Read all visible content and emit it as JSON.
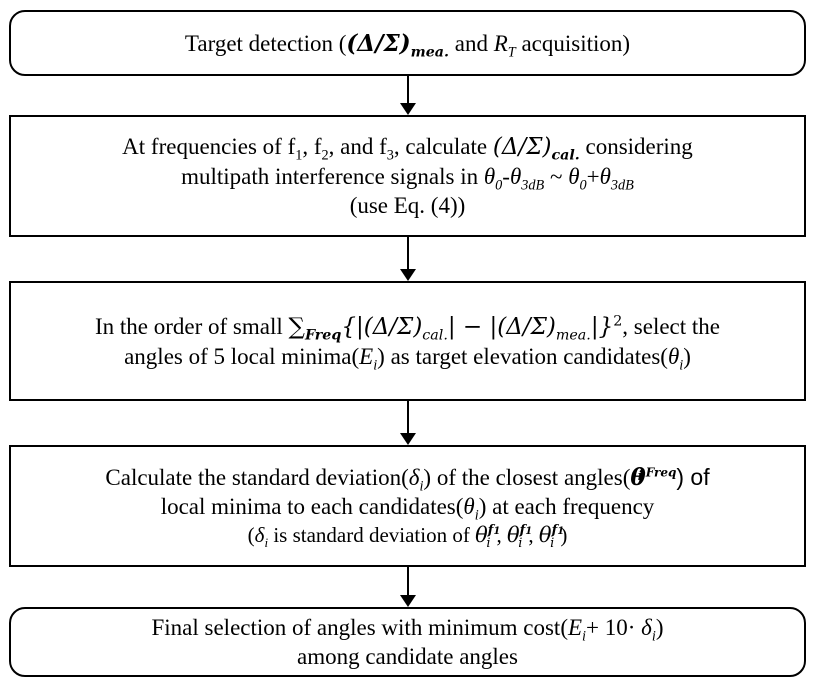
{
  "box1": {
    "pre": "Target detection (",
    "mid": " and ",
    "post": " acquisition)",
    "delta_sigma": "(Δ/Σ)",
    "sub_mea": "mea.",
    "r": "R",
    "sub_t": "T"
  },
  "box2": {
    "l1_pre": "At frequencies of f",
    "l1_sub1": "1",
    "l1_c1": ", f",
    "l1_sub2": "2",
    "l1_c2": ", and f",
    "l1_sub3": "3",
    "l1_c3": ", calculate ",
    "l1_ds": "(Δ/Σ)",
    "l1_cal": "cal.",
    "l1_post": " considering",
    "l2_pre": "multipath interference signals in ",
    "l2_th": "θ",
    "l2_sub0": "0",
    "l2_dash": "-",
    "l2_th2": "θ",
    "l2_sub3db": "3dB",
    "l2_tilde": " ~ ",
    "l2_th3": "θ",
    "l2_sub0b": "0",
    "l2_plus": "+",
    "l2_th4": "θ",
    "l2_sub3dbb": "3dB",
    "l3": "(use Eq. (4))"
  },
  "box3": {
    "l1_pre": "In the order of small ",
    "l1_sum": "∑",
    "l1_freq": "Freq",
    "l1_expr_a": "{|(Δ/Σ)",
    "l1_cal": "cal.",
    "l1_expr_b": "| − |(Δ/Σ)",
    "l1_mea": "mea.",
    "l1_expr_c": "|}",
    "l1_sq": "2",
    "l1_post": ", select the",
    "l2_pre": "angles of 5 local minima(",
    "l2_E": "E",
    "l2_i": "i",
    "l2_mid": ") as target elevation candidates(",
    "l2_th": "θ",
    "l2_i2": "i",
    "l2_post": ")"
  },
  "box4": {
    "l1_pre": "Calculate the standard deviation(",
    "l1_d": "δ",
    "l1_i": "i",
    "l1_mid": ") of the closest angles(",
    "l1_th": "θ",
    "l1_freq": "Freq",
    "l1_i2": "i",
    "l1_post": ") of",
    "l2_pre": "local minima to each candidates(",
    "l2_th": "θ",
    "l2_i": "i",
    "l2_post": ") at each frequency",
    "l3_pre": "(",
    "l3_d": "δ",
    "l3_i": "i",
    "l3_mid": " is standard deviation of ",
    "l3_th": "θ",
    "l3_f1": "f",
    "l3_s1": "1",
    "l3_i1": "i",
    "l3_sep": ", ",
    "l3_post": ")"
  },
  "box5": {
    "l1_pre": "Final selection of angles with minimum cost(",
    "l1_E": "E",
    "l1_i": "i",
    "l1_mid": "+ 10· ",
    "l1_d": "δ",
    "l1_i2": "i",
    "l1_post": ")",
    "l2": "among candidate angles"
  }
}
